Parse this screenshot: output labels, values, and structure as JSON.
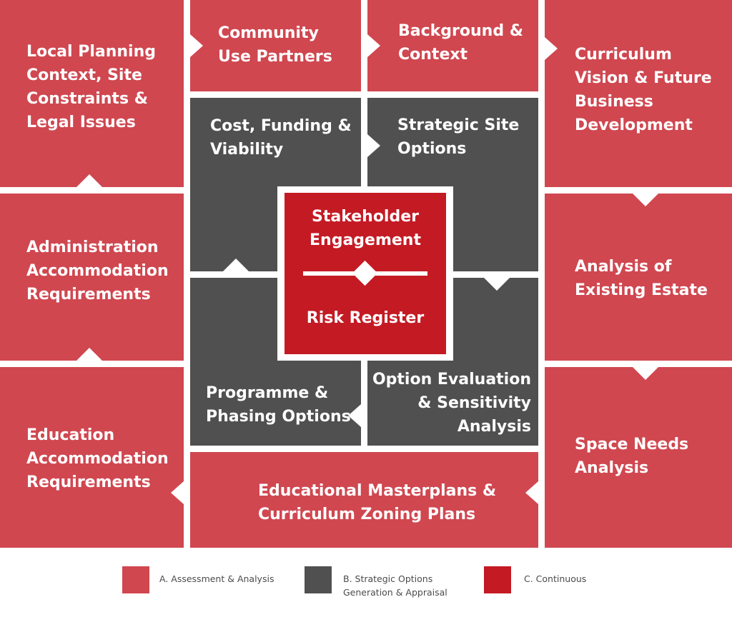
{
  "colors": {
    "assessment": "#d04750",
    "strategic": "#505050",
    "continuous": "#c41a24",
    "connector": "#ffffff"
  },
  "blocks": {
    "local_planning": "Local Planning\nContext, Site\nConstraints &\nLegal Issues",
    "community_use": "Community\nUse Partners",
    "background": "Background &\nContext",
    "curriculum_vision": "Curriculum\nVision & Future\nBusiness\nDevelopment",
    "cost_funding": "Cost, Funding &\nViability",
    "strategic_site": "Strategic Site\nOptions",
    "administration": "Administration\nAccommodation\nRequirements",
    "existing_estate": "Analysis of\nExisting Estate",
    "programme_phasing": "Programme &\nPhasing Options",
    "option_evaluation": "Option Evaluation\n& Sensitivity\nAnalysis",
    "education": "Education\nAccommodation\nRequirements",
    "space_needs": "Space Needs\nAnalysis",
    "masterplans": "Educational Masterplans &\nCurriculum Zoning Plans"
  },
  "center": {
    "top": "Stakeholder\nEngagement",
    "bottom": "Risk Register"
  },
  "legend": [
    {
      "label": "A. Assessment & Analysis",
      "color": "#d04750"
    },
    {
      "label": "B. Strategic Options\nGeneration & Appraisal",
      "color": "#505050"
    },
    {
      "label": "C. Continuous",
      "color": "#c41a24"
    }
  ]
}
